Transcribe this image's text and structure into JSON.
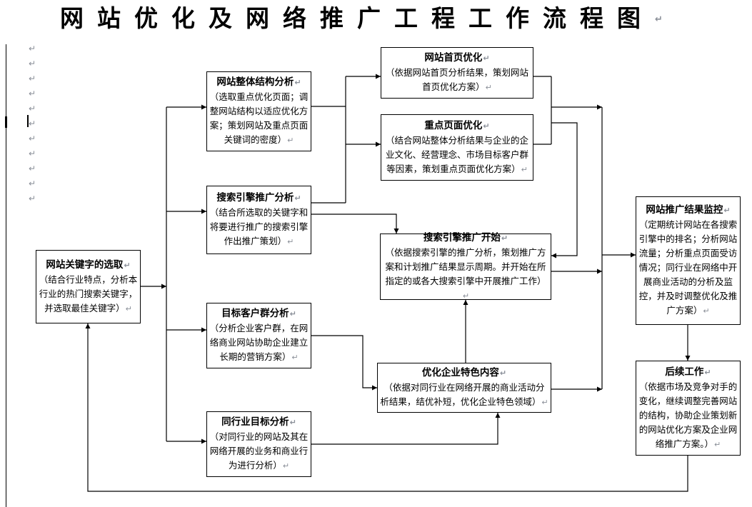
{
  "title": {
    "text": "网站优化及网络推广工程工作流程图"
  },
  "artifacts": {
    "pilcrow": "↵"
  },
  "colors": {
    "line": "#000000",
    "box_border": "#000000",
    "background": "#ffffff",
    "pilcrow_gray": "#8a8f98"
  },
  "nodes": {
    "keyword_selection": {
      "title": "网站关键字的选取",
      "body": "（结合行业特点，分析本行业的热门搜索关键字，并选取最佳关键字）"
    },
    "structure_analysis": {
      "title": "网站整体结构分析",
      "body": "（选取重点优化页面；调整网站结构以适应优化方案；策划网站及重点页面关键词的密度）"
    },
    "se_promotion_analysis": {
      "title": "搜索引擎推广分析",
      "body": "（结合所选取的关键字和将要进行推广的搜索引擎作出推广策划）"
    },
    "target_customer_analysis": {
      "title": "目标客户群分析",
      "body": "（分析企业客户群，在网络商业网站协助企业建立长期的营销方案）"
    },
    "industry_analysis": {
      "title": "同行业目标分析",
      "body": "（对同行业的网站及其在网络开展的业务和商业行为进行分析）"
    },
    "homepage_optimization": {
      "title": "网站首页优化",
      "body": "（依据网站首页分析结果，策划网站首页优化方案）"
    },
    "key_page_optimization": {
      "title": "重点页面优化",
      "body": "（结合网站整体分析结果与企业的企业文化、经营理念、市场目标客户群等因素，策划重点页面优化方案）"
    },
    "se_promotion_start": {
      "title": "搜索引擎推广开始",
      "body": "（依据搜索引擎的推广分析，策划推广方案和计划推广结果显示周期。并开始在所指定的或各大搜索引擎中开展推广工作）"
    },
    "feature_content_optimization": {
      "title": "优化企业特色内容",
      "body": "（依据对同行业在网络开展的商业活动分析结果，结优补短，优化企业特色领域）"
    },
    "promotion_monitoring": {
      "title": "网站推广结果监控",
      "body": "（定期统计网站在各搜索引擎中的排名；分析网站流量；分析重点页面受访情况；同行业在网络中开展商业活动的分析及监控，并及时调整优化及推广方案）"
    },
    "follow_up": {
      "title": "后续工作",
      "body": "（依据市场及竞争对手的变化，继续调整完善网站的结构，协助企业策划新的网站优化方案及企业网络推广方案。）"
    }
  }
}
